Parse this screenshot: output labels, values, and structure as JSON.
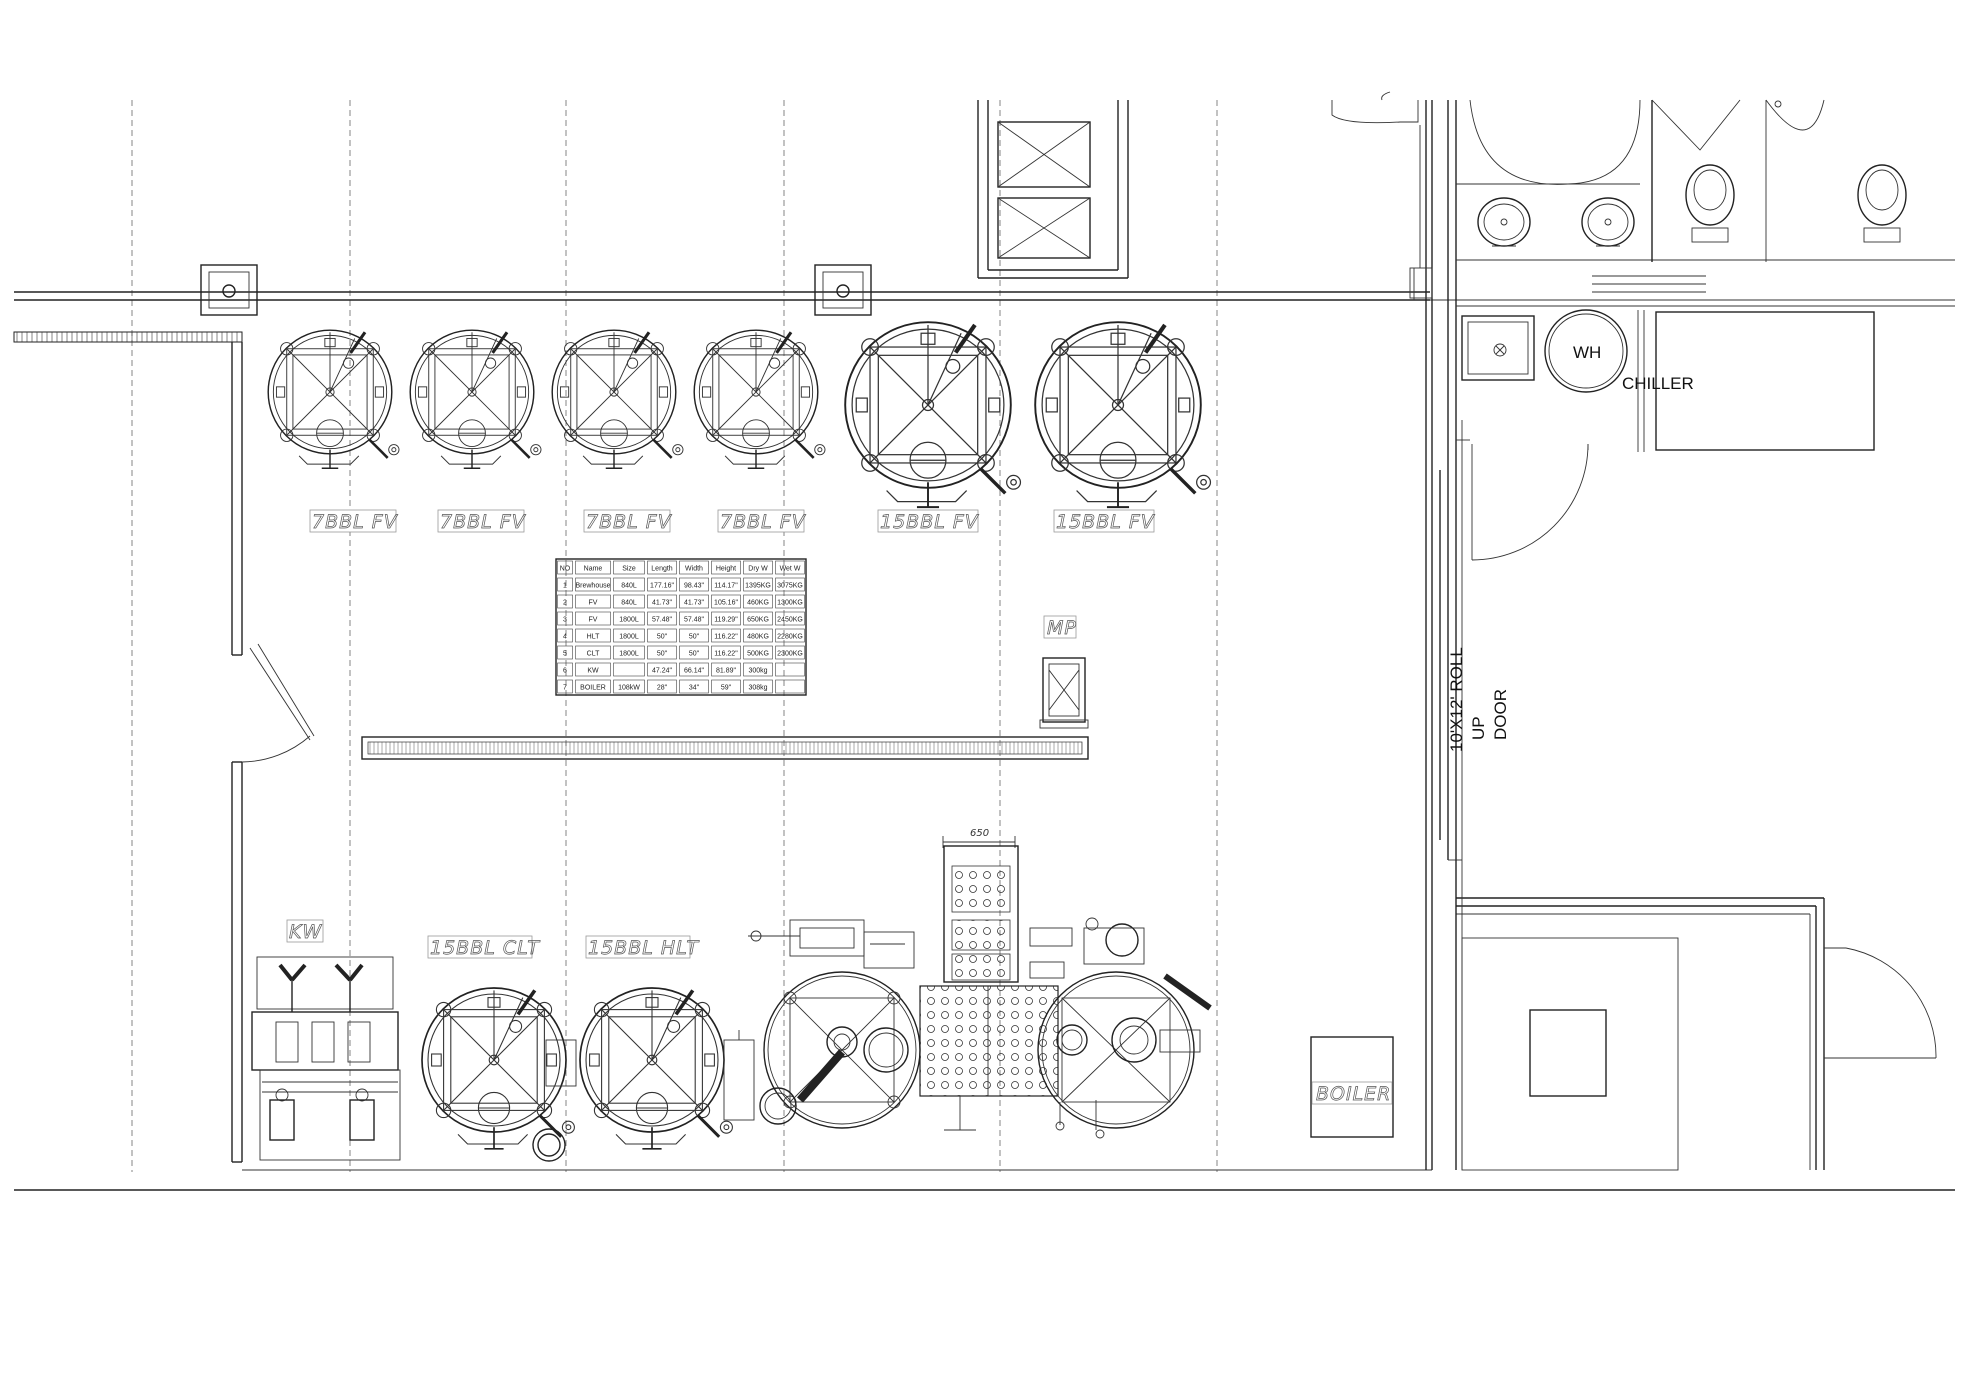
{
  "labels": {
    "fv1": "7BBL FV",
    "fv2": "7BBL FV",
    "fv3": "7BBL FV",
    "fv4": "7BBL FV",
    "fv5": "15BBL FV",
    "fv6": "15BBL FV",
    "mp": "MP",
    "kw": "KW",
    "clt": "15BBL CLT",
    "hlt": "15BBL HLT",
    "boiler": "BOILER",
    "wh": "WH",
    "chiller": "CHILLER",
    "door_line1": "10'X12' ROLL",
    "door_line2": "UP",
    "door_line3": "DOOR",
    "dim_650": "650"
  },
  "equipment_table": {
    "headers": [
      "NO",
      "Name",
      "Size",
      "Length",
      "Width",
      "Height",
      "Dry W",
      "Wet W"
    ],
    "rows": [
      [
        "1",
        "Brewhouse",
        "840L",
        "177.16\"",
        "98.43\"",
        "114.17\"",
        "1395KG",
        "3075KG"
      ],
      [
        "2",
        "FV",
        "840L",
        "41.73\"",
        "41.73\"",
        "105.16\"",
        "460KG",
        "1300KG"
      ],
      [
        "3",
        "FV",
        "1800L",
        "57.48\"",
        "57.48\"",
        "119.29\"",
        "650KG",
        "2450KG"
      ],
      [
        "4",
        "HLT",
        "1800L",
        "50\"",
        "50\"",
        "116.22\"",
        "480KG",
        "2280KG"
      ],
      [
        "5",
        "CLT",
        "1800L",
        "50\"",
        "50\"",
        "116.22\"",
        "500KG",
        "2300KG"
      ],
      [
        "6",
        "KW",
        "",
        "47.24\"",
        "66.14\"",
        "81.89\"",
        "300kg",
        ""
      ],
      [
        "7",
        "BOILER",
        "108kW",
        "28\"",
        "34\"",
        "59\"",
        "308kg",
        ""
      ]
    ]
  }
}
